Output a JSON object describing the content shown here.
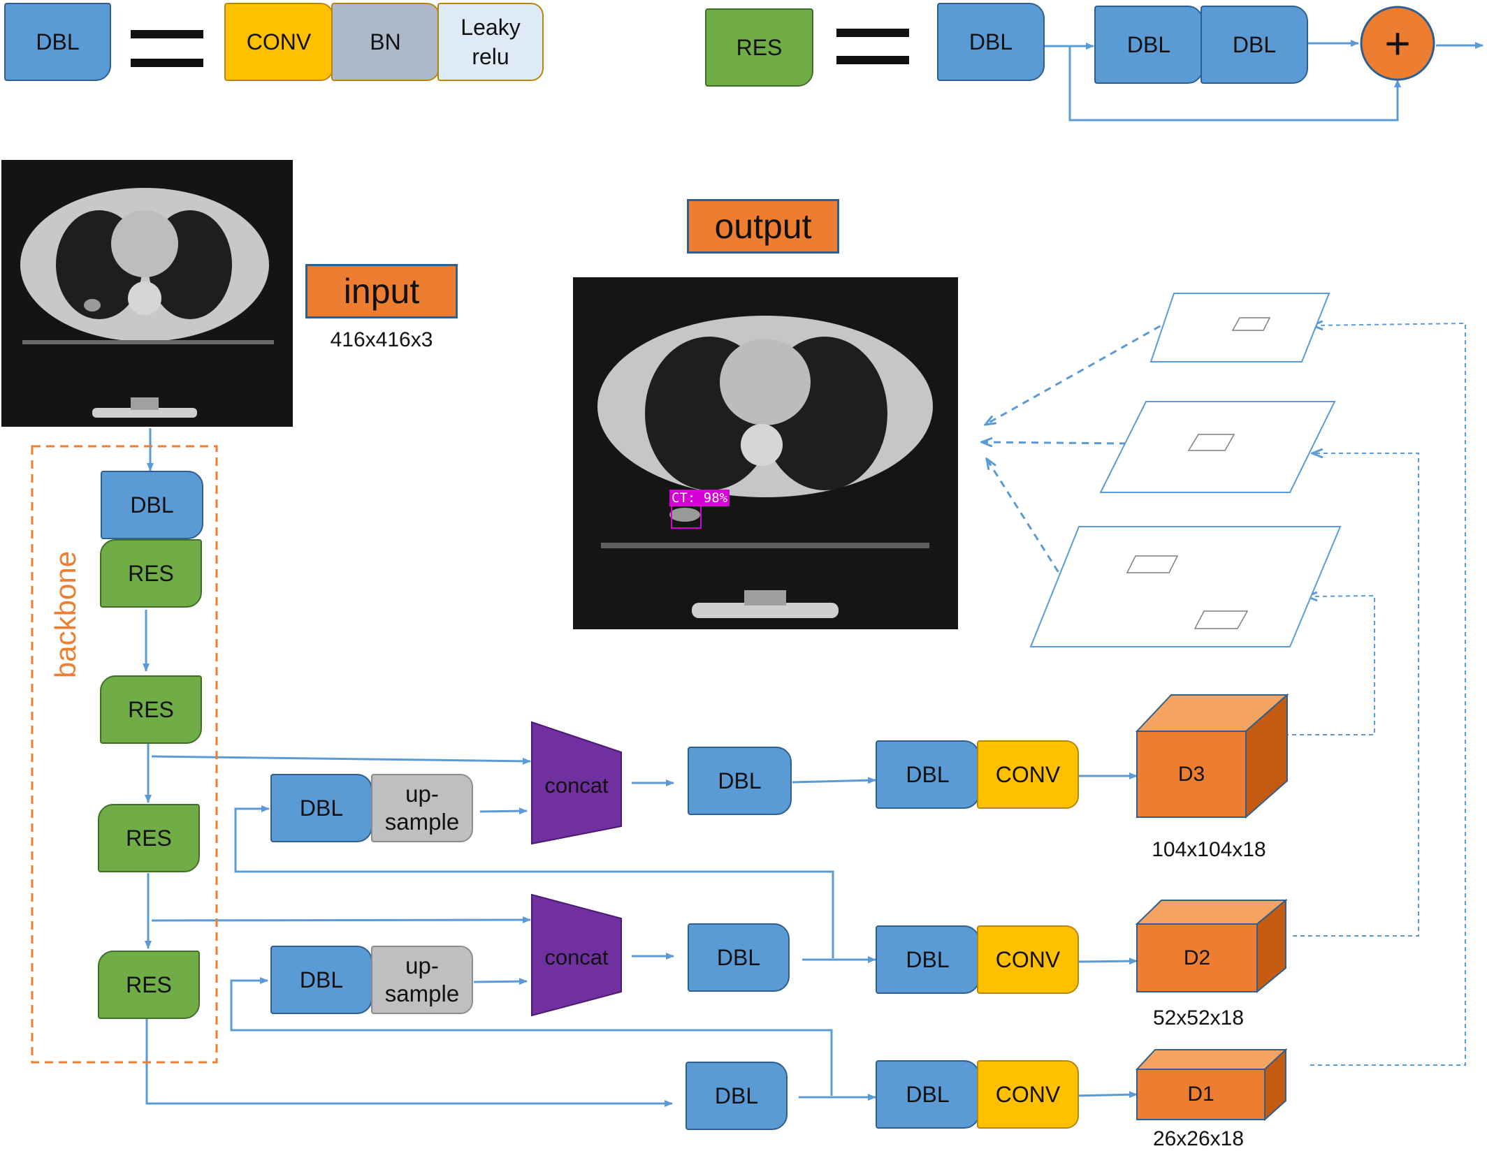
{
  "legend_dbl": {
    "dbl_label": "DBL",
    "conv_label": "CONV",
    "bn_label": "BN",
    "leaky_line1": "Leaky",
    "leaky_line2": "relu"
  },
  "legend_res": {
    "res_label": "RES",
    "dbl_label": "DBL",
    "plus_symbol": "+"
  },
  "input": {
    "label": "input",
    "dims": "416x416x3"
  },
  "output": {
    "label": "output",
    "detection_text": "CT: 98%"
  },
  "backbone": {
    "label": "backbone",
    "dbl": "DBL",
    "res": "RES"
  },
  "branch": {
    "dbl": "DBL",
    "upsample_line1": "up-",
    "upsample_line2": "sample",
    "concat": "concat",
    "conv": "CONV"
  },
  "outputs": [
    {
      "name": "D3",
      "dims": "104x104x18"
    },
    {
      "name": "D2",
      "dims": "52x52x18"
    },
    {
      "name": "D1",
      "dims": "26x26x18"
    }
  ],
  "colors": {
    "dbl": "#5b9bd5",
    "res": "#70ad47",
    "conv": "#ffc000",
    "bn": "#adb9ca",
    "leaky_relu": "#deebf7",
    "upsample": "#bfbfbf",
    "concat": "#7030a0",
    "output_cube": "#ed7d31",
    "arrow": "#5b9bd5",
    "backbone_border": "#ed7d31",
    "detection": "#d400d4"
  }
}
